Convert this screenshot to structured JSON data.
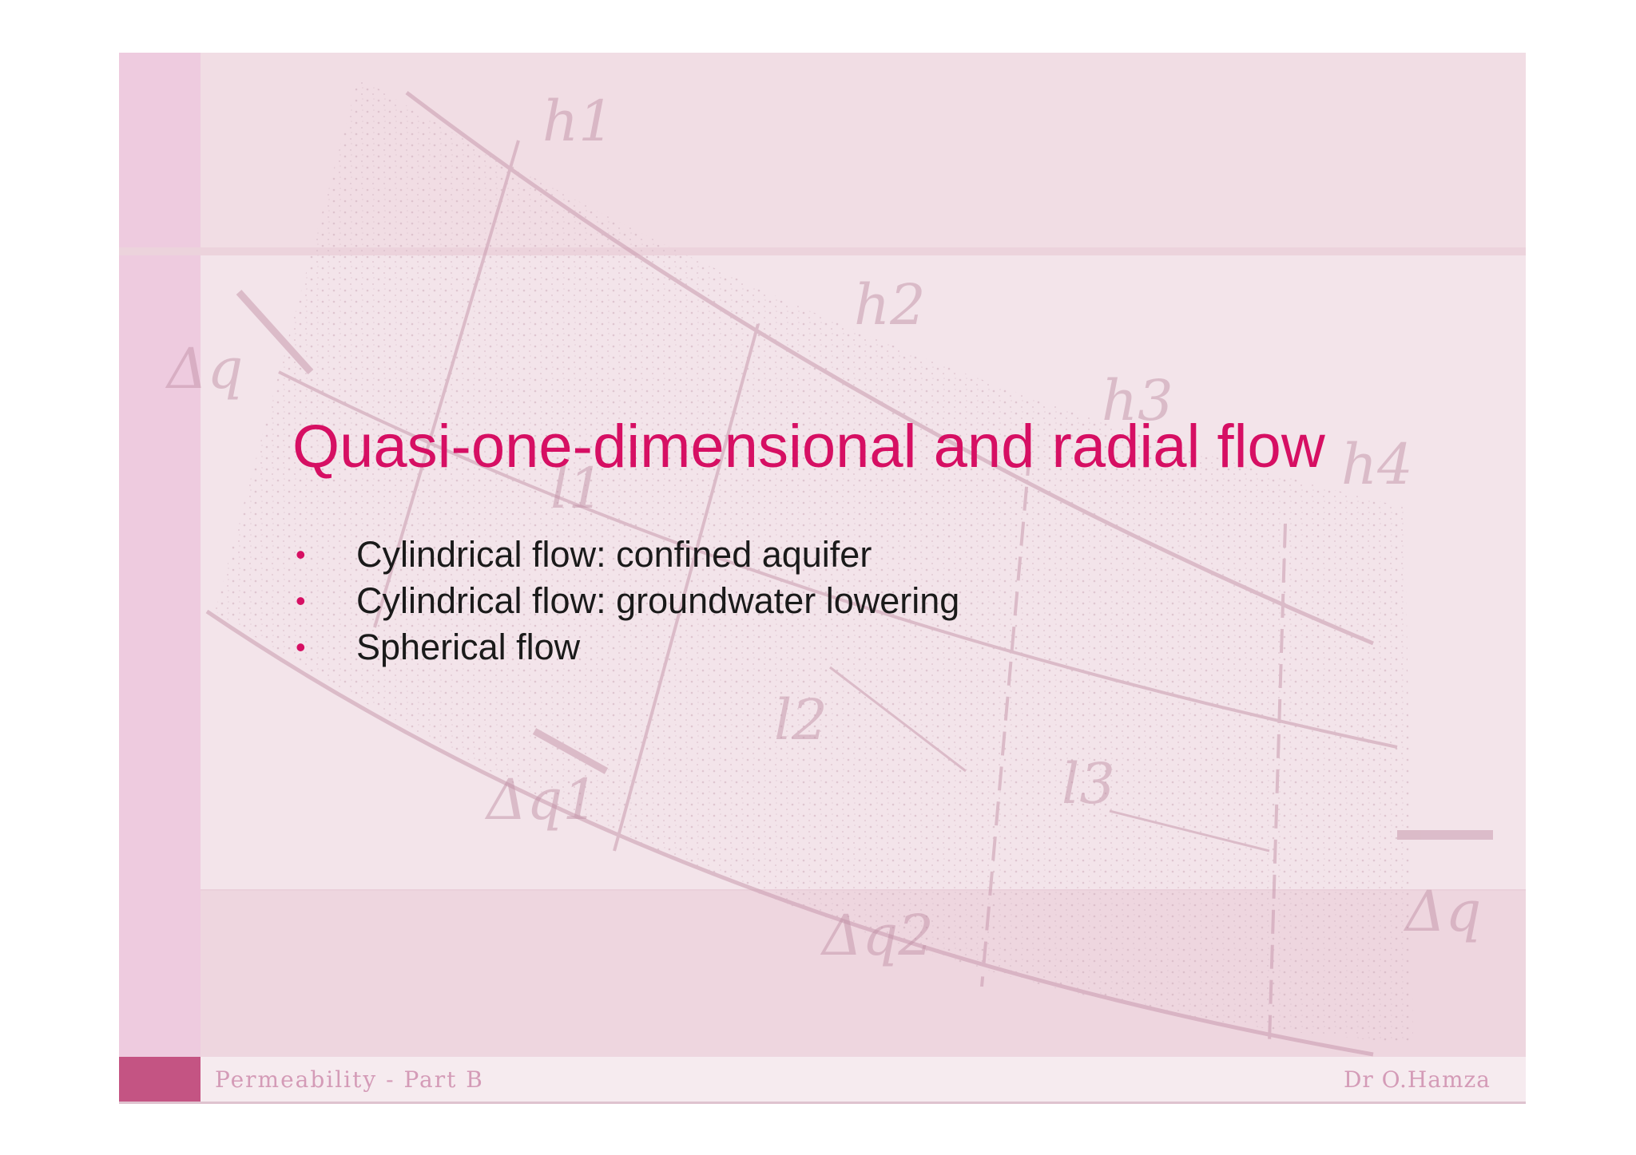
{
  "slide": {
    "title": "Quasi-one-dimensional and radial flow",
    "bullets": [
      "Cylindrical flow: confined aquifer",
      "Cylindrical flow: groundwater lowering",
      "Spherical flow"
    ],
    "bullet_symbol": "•"
  },
  "background_figure": {
    "labels": [
      "h1",
      "h2",
      "h3",
      "h4",
      "Δq",
      "l1",
      "l2",
      "l3",
      "Δq1",
      "Δq2",
      "Δq"
    ]
  },
  "footer": {
    "left_text": "Permeability  - Part B",
    "right_text": "Dr O.Hamza"
  },
  "colors": {
    "title": "#d60f63",
    "accent_block": "#c45483",
    "background": "#f3e4ea"
  }
}
